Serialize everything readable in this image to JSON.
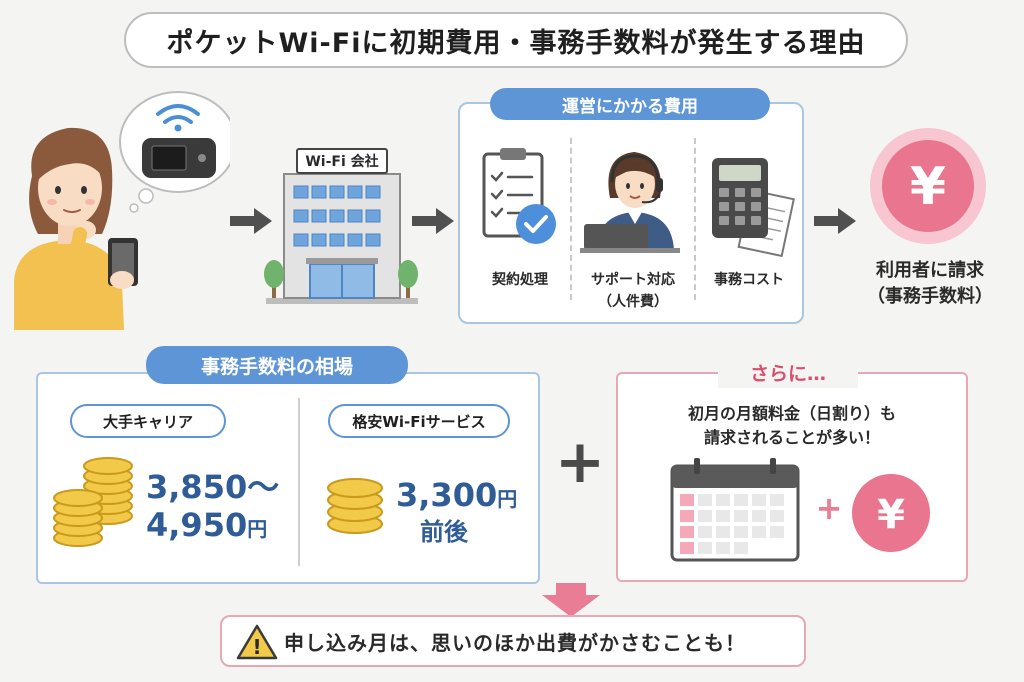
{
  "title": "ポケットWi-Fiに初期費用・事務手数料が発生する理由",
  "company": {
    "sign": "Wi-Fi 会社"
  },
  "operating_costs": {
    "heading": "運営にかかる費用",
    "items": [
      {
        "label": "契約処理"
      },
      {
        "label": "サポート対応",
        "sub": "（人件費）"
      },
      {
        "label": "事務コスト"
      }
    ]
  },
  "billing": {
    "symbol": "¥",
    "line1": "利用者に請求",
    "line2": "（事務手数料）"
  },
  "market": {
    "heading": "事務手数料の相場",
    "major": {
      "label": "大手キャリア",
      "price1": "3,850〜",
      "price2": "4,950",
      "unit": "円"
    },
    "budget": {
      "label": "格安Wi-Fiサービス",
      "price": "3,300",
      "unit": "円",
      "suffix": "前後"
    }
  },
  "plus": "+",
  "further": {
    "heading": "さらに…",
    "line1": "初月の月額料金（日割り）も",
    "line2": "請求されることが多い！",
    "plus": "+",
    "symbol": "¥"
  },
  "warning": {
    "icon_symbol": "!",
    "text": "申し込み月は、思いのほか出費がかさむことも！"
  },
  "colors": {
    "blue": "#5e95d6",
    "blue_border": "#a9c6e2",
    "pink": "#e87d95",
    "pink_border": "#e7a8b4",
    "price_blue": "#2f5c96",
    "coin": "#f3c94a"
  }
}
